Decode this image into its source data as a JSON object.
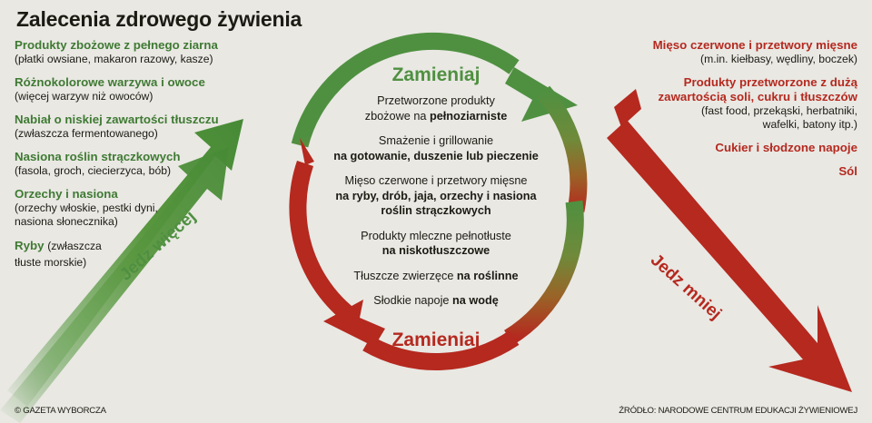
{
  "title": "Zalecenia zdrowego żywienia",
  "colors": {
    "background": "#e9e8e3",
    "green": "#4f9040",
    "green_dark": "#3f7a33",
    "red": "#b5291f",
    "text": "#1b1b13"
  },
  "left_column": {
    "accent": "#3f7a33",
    "arrow_label": "Jedz więcej",
    "items": [
      {
        "head": "Produkty zbożowe z pełnego ziarna",
        "sub": "(płatki owsiane, makaron razowy, kasze)",
        "inline": false
      },
      {
        "head": "Różnokolorowe warzywa i owoce",
        "sub": "(więcej warzyw niż owoców)",
        "inline": false
      },
      {
        "head": "Nabiał o niskiej zawartości tłuszczu",
        "sub": "(zwłaszcza fermentowanego)",
        "inline": false
      },
      {
        "head": "Nasiona roślin strączkowych",
        "sub": "(fasola, groch, ciecierzyca, bób)",
        "inline": false
      },
      {
        "head": "Orzechy i nasiona",
        "sub": "(orzechy włoskie, pestki dyni,\nnasiona słonecznika)",
        "inline": false
      },
      {
        "head": "Ryby ",
        "sub": "(zwłaszcza\ntłuste morskie)",
        "inline": true
      }
    ]
  },
  "right_column": {
    "accent": "#b5291f",
    "arrow_label": "Jedz mniej",
    "items": [
      {
        "head": "Mięso czerwone i przetwory mięsne",
        "sub": "(m.in. kiełbasy, wędliny, boczek)",
        "inline": false
      },
      {
        "head": "Produkty przetworzone z dużą\nzawartością soli, cukru i tłuszczów",
        "sub": "(fast food, przekąski, herbatniki,\nwafelki, batony itp.)",
        "inline": false
      },
      {
        "head": "Cukier i słodzone napoje",
        "sub": "",
        "inline": false
      },
      {
        "head": "Sól",
        "sub": "",
        "inline": false
      }
    ]
  },
  "center": {
    "label_top": "Zamieniaj",
    "label_bottom": "Zamieniaj",
    "swaps": [
      {
        "from": "Przetworzone produkty\nzbożowe na ",
        "to": "pełnoziarniste"
      },
      {
        "from": "Smażenie i grillowanie\n",
        "to": "na gotowanie, duszenie lub pieczenie"
      },
      {
        "from": "Mięso czerwone i przetwory mięsne\n",
        "to": "na ryby, drób, jaja, orzechy i nasiona\nroślin strączkowych"
      },
      {
        "from": "Produkty mleczne pełnotłuste\n",
        "to": "na niskotłuszczowe"
      },
      {
        "from": "Tłuszcze zwierzęce ",
        "to": "na roślinne"
      },
      {
        "from": "Słodkie napoje ",
        "to": "na wodę"
      }
    ]
  },
  "footer": {
    "left": "© GAZETA WYBORCZA",
    "right": "ŹRÓDŁO: NARODOWE CENTRUM EDUKACJI ŻYWIENIOWEJ"
  }
}
